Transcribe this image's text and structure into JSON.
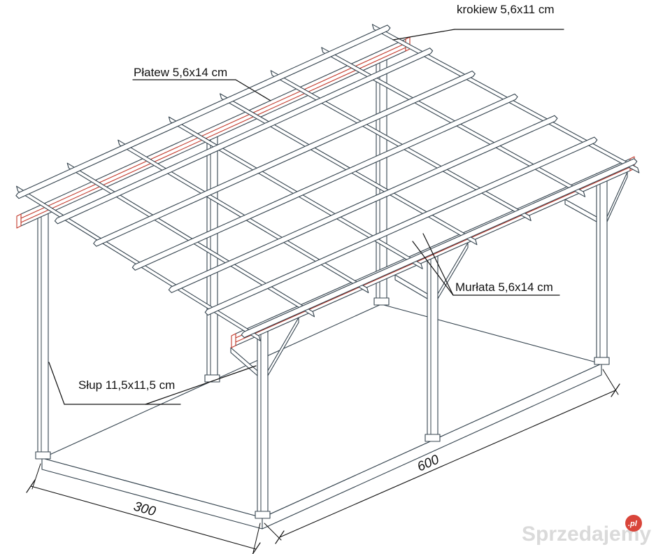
{
  "drawing": {
    "kind": "isometric construction diagram of a single-slope timber carport (wiata)",
    "labels": {
      "rafter": "krokiew 5,6x11 cm",
      "purlin": "Płatew 5,6x14 cm",
      "wall_plate": "Murłata 5,6x14 cm",
      "post": "Słup 11,5x11,5 cm"
    },
    "dimensions": {
      "depth": "300",
      "length": "600"
    },
    "parts": [
      {
        "name": "krokiew",
        "size": "5,6x11 cm"
      },
      {
        "name": "Płatew",
        "size": "5,6x14 cm"
      },
      {
        "name": "Murłata",
        "size": "5,6x14 cm"
      },
      {
        "name": "Słup",
        "size": "11,5x11,5 cm"
      }
    ],
    "counts": {
      "posts": 6,
      "rafters": 8,
      "battens": 7,
      "red_beams": 2
    },
    "colors": {
      "line": "#34434e",
      "accent_red": "#c2392b",
      "annotation": "#111111",
      "watermark_text": "#dadada",
      "watermark_badge": "#d9453a"
    }
  },
  "watermark": {
    "text": "Sprzedajemy",
    "badge": ".pl"
  }
}
